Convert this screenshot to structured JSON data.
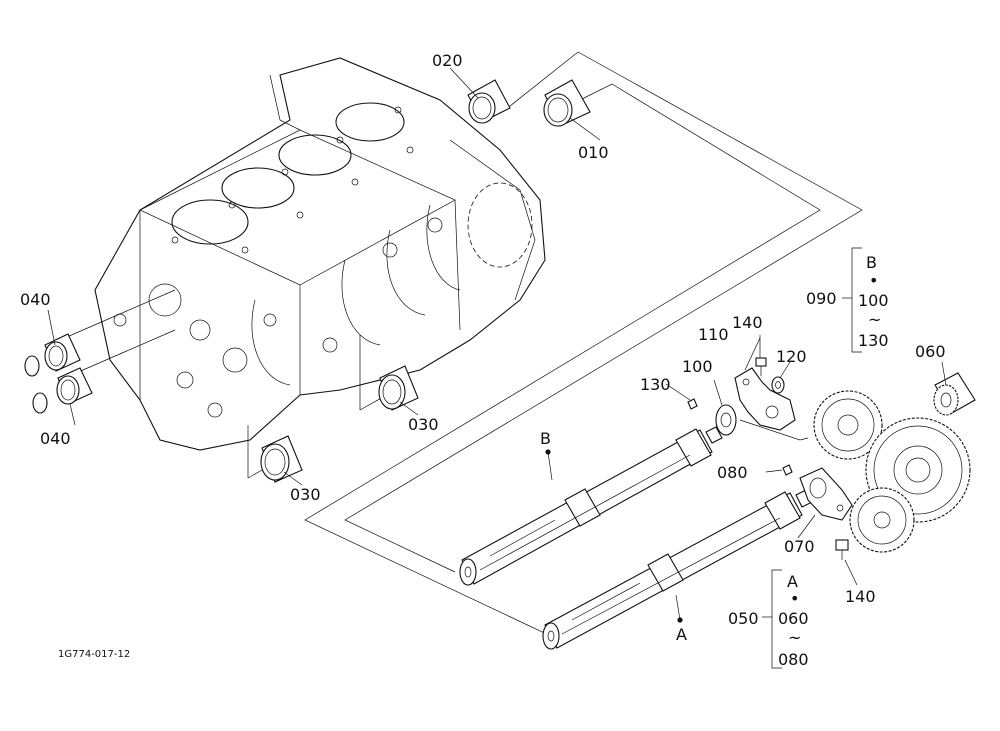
{
  "figure_code": "1G774-017-12",
  "parts": {
    "p010": "010",
    "p020": "020",
    "p030a": "030",
    "p030b": "030",
    "p040a": "040",
    "p040b": "040",
    "p050": "050",
    "p060": "060",
    "p070": "070",
    "p080": "080",
    "p090": "090",
    "p100": "100",
    "p110": "110",
    "p120": "120",
    "p130": "130",
    "p140a": "140",
    "p140b": "140"
  },
  "markers": {
    "shaft_b": "B",
    "shaft_a": "A"
  },
  "groups": {
    "g090": {
      "letter": "B",
      "dot": "•",
      "from": "100",
      "tilde": "~",
      "to": "130"
    },
    "g050": {
      "letter": "A",
      "dot": "•",
      "from": "060",
      "tilde": "~",
      "to": "080"
    }
  }
}
